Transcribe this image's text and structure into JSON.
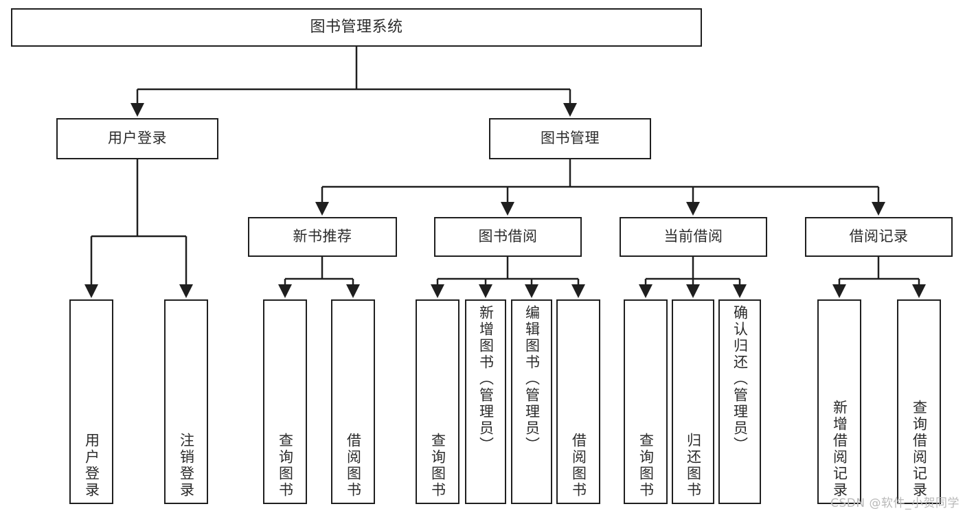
{
  "diagram": {
    "title": "图书管理系统",
    "watermark": "CSDN @软件_小贺同学",
    "colors": {
      "stroke": "#1f1f1f",
      "fill": "#ffffff",
      "text": "#2b2b2b",
      "watermark": "#b9b9b9"
    },
    "nodes": {
      "root": {
        "label": "图书管理系统"
      },
      "level2": [
        {
          "id": "user-login",
          "label": "用户登录"
        },
        {
          "id": "book-manage",
          "label": "图书管理"
        }
      ],
      "level3": [
        {
          "id": "new-book-recommend",
          "label": "新书推荐"
        },
        {
          "id": "book-borrow",
          "label": "图书借阅"
        },
        {
          "id": "current-borrow",
          "label": "当前借阅"
        },
        {
          "id": "borrow-record",
          "label": "借阅记录"
        }
      ],
      "leaves": {
        "user-login": [
          {
            "id": "leaf-user-login",
            "label": "用户登录"
          },
          {
            "id": "leaf-user-logout",
            "label": "注销登录"
          }
        ],
        "new-book-recommend": [
          {
            "id": "leaf-query-book-1",
            "label": "查询图书"
          },
          {
            "id": "leaf-borrow-book-1",
            "label": "借阅图书"
          }
        ],
        "book-borrow": [
          {
            "id": "leaf-query-book-2",
            "label": "查询图书"
          },
          {
            "id": "leaf-add-book",
            "label": "新增图书（管理员）"
          },
          {
            "id": "leaf-edit-book",
            "label": "编辑图书（管理员）"
          },
          {
            "id": "leaf-borrow-book-2",
            "label": "借阅图书"
          }
        ],
        "current-borrow": [
          {
            "id": "leaf-query-book-3",
            "label": "查询图书"
          },
          {
            "id": "leaf-return-book",
            "label": "归还图书"
          },
          {
            "id": "leaf-confirm-return",
            "label": "确认归还（管理员）"
          }
        ],
        "borrow-record": [
          {
            "id": "leaf-add-record",
            "label": "新增借阅记录"
          },
          {
            "id": "leaf-query-record",
            "label": "查询借阅记录"
          }
        ]
      }
    }
  }
}
